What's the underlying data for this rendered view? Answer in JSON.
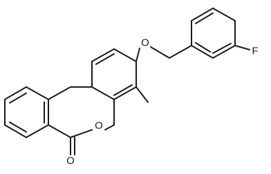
{
  "atoms": {
    "fluorine": "F",
    "ether_oxygen": "O",
    "ring_oxygen": "O",
    "carbonyl_oxygen": "O"
  },
  "colors": {
    "bond": "#1a1a1a",
    "background": "#ffffff"
  }
}
